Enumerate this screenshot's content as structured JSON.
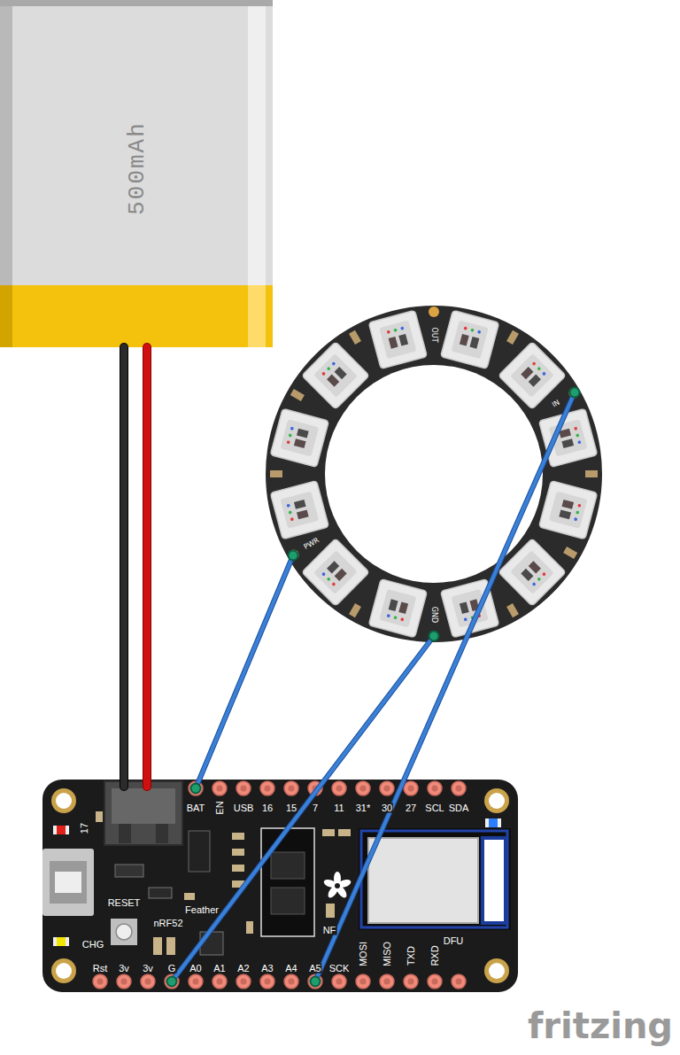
{
  "diagram": {
    "nodes": [
      {
        "text": [
          "500mAh"
        ]
      },
      {
        "text": [
          "OUT",
          "IN",
          "PWR",
          "GND"
        ]
      },
      {
        "text": [
          "BAT",
          "EN",
          "USB",
          "16",
          "15",
          "7",
          "11",
          "31*",
          "30",
          "27",
          "SCL",
          "SDA",
          "17",
          "RESET",
          "Feather",
          "nRF52",
          "CHG",
          "NF",
          "DFU",
          "Rst",
          "3v",
          "3v",
          "G",
          "A0",
          "A1",
          "A2",
          "A3",
          "A4",
          "A5",
          "SCK",
          "MOSI",
          "MISO",
          "TXD",
          "RXD"
        ]
      }
    ],
    "edges": [
      {
        "from": 0,
        "to": 2,
        "arrow": "none"
      },
      {
        "from": 1,
        "to": 2,
        "arrow": "none"
      },
      {
        "from": 1,
        "to": 2,
        "arrow": "none"
      },
      {
        "from": 1,
        "to": 2,
        "arrow": "none"
      }
    ],
    "labels": [
      "fritzing"
    ]
  }
}
